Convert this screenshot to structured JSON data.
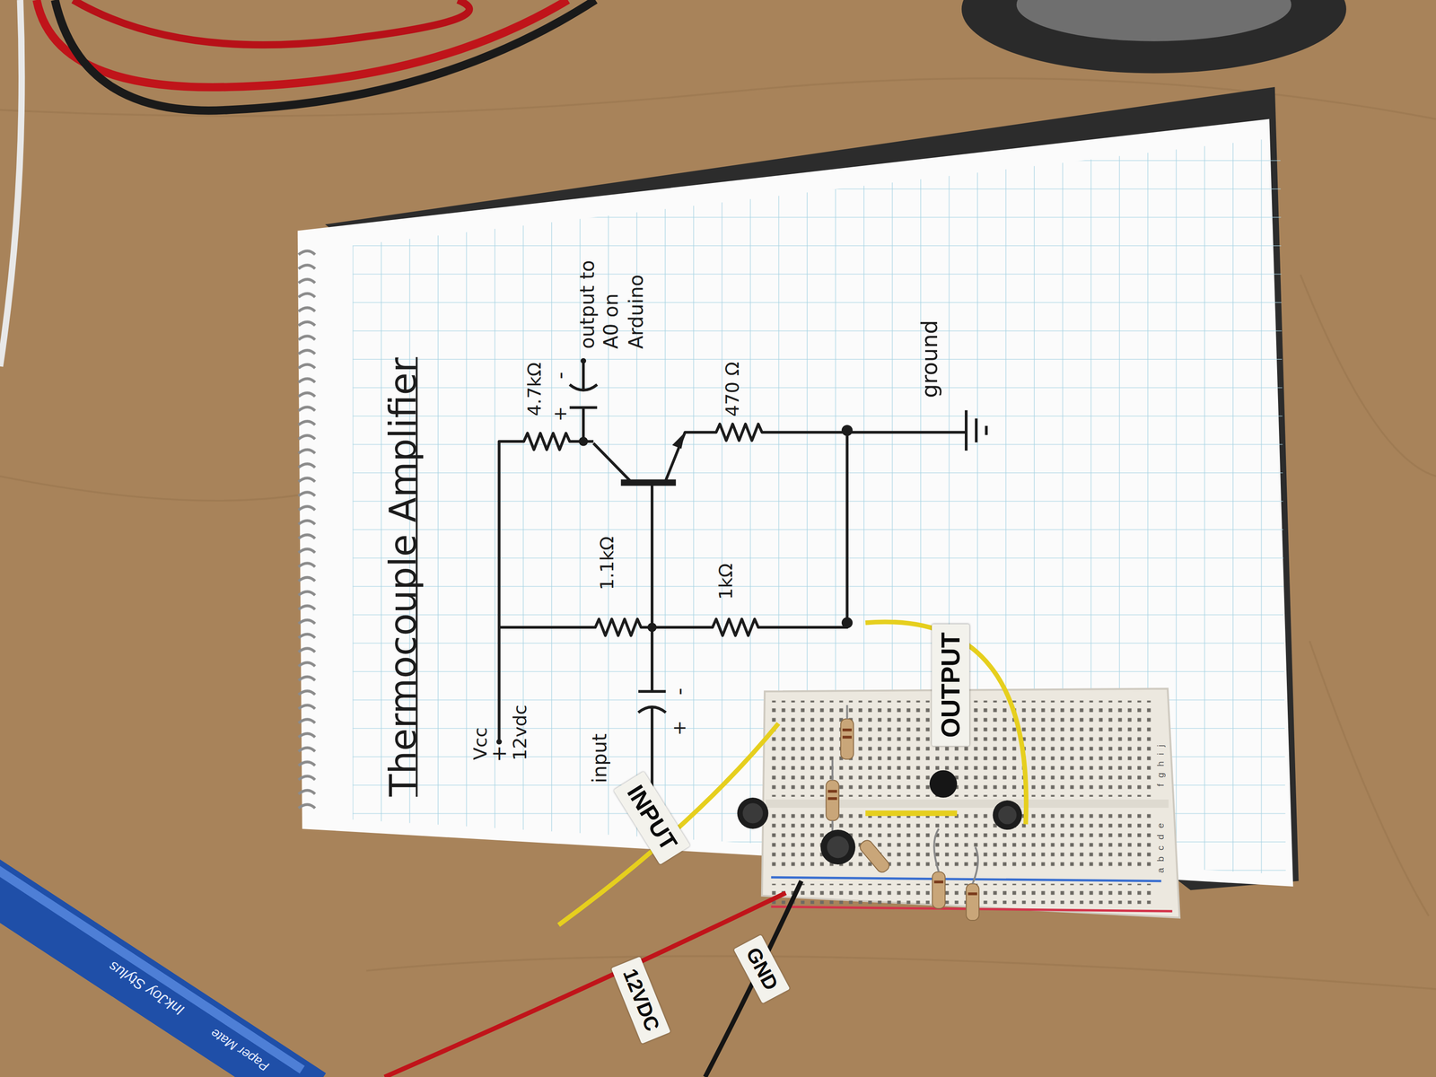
{
  "diagram": {
    "title": "Thermocouple Amplifier",
    "labels": [
      "Vcc",
      "+",
      "12vdc",
      "4.7kΩ",
      "+",
      "-",
      "output to A0 on Arduino",
      "1.1kΩ",
      "470 Ω",
      "1kΩ",
      "ground",
      "-",
      "+",
      "input",
      "INPUT",
      "OUTPUT",
      "GND",
      "12VDC",
      "a b c d e",
      "f g h i j",
      "InkJoy Stylus",
      "Paper Mate"
    ]
  }
}
